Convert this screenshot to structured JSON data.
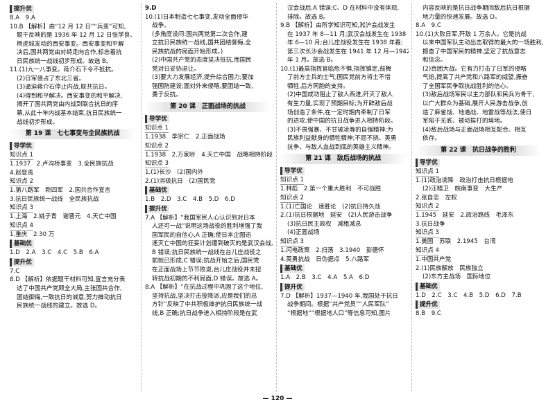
{
  "columns": [
    {
      "name": "col1",
      "lines": [
        {
          "t": "提升优",
          "k": "tag"
        },
        {
          "t": "8.A　9.A"
        },
        {
          "t": "10.B 【解析】由“12 月 12 日”“兵变”可知,"
        },
        {
          "t": "题干反映的是 1936 年 12 月 12 日张学良、",
          "k": "ind"
        },
        {
          "t": "杨虎城发动的西安事变。西安事变和平解",
          "k": "ind"
        },
        {
          "t": "决后,国共两党由对峙走向合作,标志着抗",
          "k": "ind"
        },
        {
          "t": "日民族统一战线初步形成。故选 B。",
          "k": "ind"
        },
        {
          "t": "11.(1)九一八事变。蒋介石下令不抵抗。"
        },
        {
          "t": "(2)日军侵占了东北三省。",
          "k": "ind"
        },
        {
          "t": "(3)逼迫蒋介石停止内战,联共抗日。",
          "k": "ind"
        },
        {
          "t": "(4)得到和平解决。西安事变的和平解决,",
          "k": "ind"
        },
        {
          "t": "揭开了国共两党由内战到联合抗日的序",
          "k": "ind"
        },
        {
          "t": "幕,从此十年内战基本结束,抗日民族统一",
          "k": "ind"
        },
        {
          "t": "战线初步形成。",
          "k": "ind"
        },
        {
          "t": "第 19 课　七七事变与全民族抗战",
          "k": "lh"
        },
        {
          "t": "导学优",
          "k": "tag"
        },
        {
          "t": "知识点 1",
          "k": "kp"
        },
        {
          "t": "1.1937　2.卢沟桥事变　3.全民族抗战"
        },
        {
          "t": "4.赵登禹"
        },
        {
          "t": "知识点 2",
          "k": "kp"
        },
        {
          "t": "1.第八路军　新四军　2.国共合作宣言"
        },
        {
          "t": "3.抗日民族统一战线　全民族抗战"
        },
        {
          "t": "知识点 3",
          "k": "kp"
        },
        {
          "t": "1.上海　2.姚子青　谢晋元　4.天亡中国"
        },
        {
          "t": "知识点 4",
          "k": "kp"
        },
        {
          "t": "1.重庆　2.30 万"
        },
        {
          "t": "基础优",
          "k": "tag"
        },
        {
          "t": "1.D　2.A　3.C　4.C　5.B　6.A"
        },
        {
          "t": "提升优",
          "k": "tag"
        },
        {
          "t": "7.C"
        },
        {
          "t": "8.D 【解析】依据题干材料可知,宣言充分表"
        },
        {
          "t": "达了中国共产党顾全大局,主张国共合作,",
          "k": "ind"
        },
        {
          "t": "团结御侮,一致抗日的诚意,努力推动抗日",
          "k": "ind"
        },
        {
          "t": "民族统一战线的建立。故选 D。",
          "k": "ind"
        }
      ]
    },
    {
      "name": "col2",
      "lines": [
        {
          "t": "9.D",
          "k": "b"
        },
        {
          "t": "10.(1)日本制造七七事变,发动全面侵华"
        },
        {
          "t": "战争。",
          "k": "ind"
        },
        {
          "t": "(多角度设问:国共两党第二次合作,建",
          "k": "ind"
        },
        {
          "t": "立抗日民族统一战线,国共团结御侮,全",
          "k": "ind"
        },
        {
          "t": "民族抗战的局面开始形成。)",
          "k": "ind"
        },
        {
          "t": "(2)中国共产党的态度坚决抵抗,而国民",
          "k": "ind"
        },
        {
          "t": "党对日妥协退让。",
          "k": "ind"
        },
        {
          "t": "(3)要大力发展经济,提升综合国力;要加",
          "k": "ind"
        },
        {
          "t": "强国防建设;面对外来侵略,要团结一致,",
          "k": "ind"
        },
        {
          "t": "勇于反抗。",
          "k": "ind"
        },
        {
          "t": "第 20 课　正面战场的抗战",
          "k": "lh"
        },
        {
          "t": "导学优",
          "k": "tag"
        },
        {
          "t": "知识点 1",
          "k": "kp"
        },
        {
          "t": "1.1938　李宗仁　2.正面战场"
        },
        {
          "t": "知识点 2",
          "k": "kp"
        },
        {
          "t": "1.1938　2.万家岭　4.天亡中国　战略相持阶段"
        },
        {
          "t": "知识点 3",
          "k": "kp"
        },
        {
          "t": "1.(1)长沙　(2)国内外"
        },
        {
          "t": "2.(1)消极抗日　(2)国民党"
        },
        {
          "t": "基础优",
          "k": "tag"
        },
        {
          "t": "1.B　2.D　3.C　4.B　5.D　6.D"
        },
        {
          "t": "提升优",
          "k": "tag"
        },
        {
          "t": "7.A 【解析】“我国军民人心认识到对日本"
        },
        {
          "t": "人还可一战”说明这场战役的胜利增强了我",
          "k": "ind"
        },
        {
          "t": "国军民的自信心,A 正确;使日本企图迅",
          "k": "ind"
        },
        {
          "t": "速灭亡中国的狂妄计划遭到破灭的是武汉会战,",
          "k": "ind"
        },
        {
          "t": "B 错误;抗日民族统一战线在台儿庄战役之",
          "k": "ind"
        },
        {
          "t": "前就已形成,C 错误;抗战开始之后,国民党",
          "k": "ind"
        },
        {
          "t": "在正面战场上节节败退,台儿庄战役并未扭",
          "k": "ind"
        },
        {
          "t": "转抗战初期的不利局面,D 错误。故选 A。",
          "k": "ind"
        },
        {
          "t": "8.A 【解析】“在抗战过程中巩固了这个地位,"
        },
        {
          "t": "坚持抗战,坚决打击投降派,应是我们的总",
          "k": "ind"
        },
        {
          "t": "方针”反映了中共积极维护抗日民族统一战",
          "k": "ind"
        },
        {
          "t": "线,B 正确;抗日战争进入相持阶段是在武",
          "k": "ind"
        }
      ]
    },
    {
      "name": "col3",
      "lines": [
        {
          "t": "汉会战后,A 错误;C、D 在材料中没有体现,",
          "k": "ind"
        },
        {
          "t": "排除。故选 B。",
          "k": "ind"
        },
        {
          "t": "9.B 【解析】由所学知识可知,淞沪会战发生"
        },
        {
          "t": "在 1937 年 8—11 月;武汉会战发生在 1938",
          "k": "ind"
        },
        {
          "t": "年 6—10 月;台儿庄战役发生在 1938 年春;",
          "k": "ind"
        },
        {
          "t": "第三次长沙会战发生在 1941 年 12 月—1942",
          "k": "ind"
        },
        {
          "t": "年 1 月。故选 B。",
          "k": "ind"
        },
        {
          "t": "10.(1)最高指挥官临危不惧,指挥镇定,鼓舞"
        },
        {
          "t": "了前方士兵的士气;国民党前方将士不惜",
          "k": "ind"
        },
        {
          "t": "牺牲,后方同胞的支持。",
          "k": "ind"
        },
        {
          "t": "(2)中国成功阻止了敌人西进,歼灭了敌人",
          "k": "ind"
        },
        {
          "t": "有生力量,实现了预期目标;为开辟敌后战",
          "k": "ind"
        },
        {
          "t": "场创造了条件,在一定时期内牵制了日军",
          "k": "ind"
        },
        {
          "t": "的进攻,使中国的抗日战争进入相持阶段。",
          "k": "ind"
        },
        {
          "t": "(3)不畏强暴、不甘被凌辱的自强精神;为",
          "k": "ind"
        },
        {
          "t": "民族利益献身的牺牲精神;不屈不挠、英勇",
          "k": "ind"
        },
        {
          "t": "抗争、与敌人血战到底的英雄主义精神。",
          "k": "ind"
        },
        {
          "t": "第 21 课　敌后战场的抗战",
          "k": "lh"
        },
        {
          "t": "导学优",
          "k": "tag"
        },
        {
          "t": "知识点 1",
          "k": "kp"
        },
        {
          "t": "1.林彪　2.第一个重大胜利　不可战胜"
        },
        {
          "t": "知识点 2",
          "k": "kp"
        },
        {
          "t": "1.(1)亡国论　速胜论　(2)抗日持久战"
        },
        {
          "t": "2.(1)抗日根据地　延安　(2)人民游击战争"
        },
        {
          "t": "(3)抗日民主政权　减租减息",
          "k": "ind"
        },
        {
          "t": "(4)正面战场",
          "k": "ind"
        },
        {
          "t": "知识点 3",
          "k": "kp"
        },
        {
          "t": "1.闪电政策　2.扫荡　3.1940　彭德怀"
        },
        {
          "t": "4.英勇抗战　日伪据点　5.八路军"
        },
        {
          "t": "基础优",
          "k": "tag"
        },
        {
          "t": "1.A　2.B　3.C　4.A　5.A　6.D"
        },
        {
          "t": "提升优",
          "k": "tag"
        },
        {
          "t": "7.D 【解析】1937—1940 年,我国处于抗日"
        },
        {
          "t": "战争期间。根据“共产党员”“人民军队”",
          "k": "ind"
        },
        {
          "t": "“根据地”“根据地人口”等信息可知,图片",
          "k": "ind"
        }
      ]
    },
    {
      "name": "col4",
      "lines": [
        {
          "t": "内容反映的是抗日战争期间敌后抗日根据",
          "k": "ind"
        },
        {
          "t": "地力量的快速发展。故选 D。",
          "k": "ind"
        },
        {
          "t": "8.A　9.C"
        },
        {
          "t": "10.(1)大败日军,歼敌 1 万余人。它是抗战"
        },
        {
          "t": "以来中国军队主动出击取得的最大的一场胜利,",
          "k": "ind"
        },
        {
          "t": "振奋了中国军民的精神,坚定了抗战意志",
          "k": "ind"
        },
        {
          "t": "和信念。",
          "k": "ind"
        },
        {
          "t": "(2)百团大战。它有力打击了日军的侵略",
          "k": "ind"
        },
        {
          "t": "气焰,提高了共产党和八路军的威望,振奋",
          "k": "ind"
        },
        {
          "t": "了全国军民争取抗战胜利的信心。",
          "k": "ind"
        },
        {
          "t": "(3)敌后战场军民以主力部队和民兵为骨干,",
          "k": "ind"
        },
        {
          "t": "以广大群众为基础,展开人民游击战争,创",
          "k": "ind"
        },
        {
          "t": "造了麻雀战、地道战、地雷战等战法,使日",
          "k": "ind"
        },
        {
          "t": "军陷于无底、被动挨打的境地。",
          "k": "ind"
        },
        {
          "t": "(4)敌后战场与正面战场相互配合、相互",
          "k": "ind"
        },
        {
          "t": "依存。",
          "k": "ind"
        },
        {
          "t": "第 22 课　抗日战争的胜利",
          "k": "lh"
        },
        {
          "t": "导学优",
          "k": "tag"
        },
        {
          "t": "知识点 1",
          "k": "kp"
        },
        {
          "t": "1.(1)政治诱降　政治打击抗日根据地"
        },
        {
          "t": "(2)汪精卫　皖南事变　大生产",
          "k": "ind"
        },
        {
          "t": "2.张自忠　左权"
        },
        {
          "t": "知识点 2",
          "k": "kp"
        },
        {
          "t": "1.1945　延安　2.政治路线　毛泽东"
        },
        {
          "t": "3.抗日战争"
        },
        {
          "t": "知识点 3",
          "k": "kp"
        },
        {
          "t": "1.美国　苏联　2.1945　台湾"
        },
        {
          "t": "知识点 4",
          "k": "kp"
        },
        {
          "t": "1.中国共产党"
        },
        {
          "t": "2.(1)民族解放　民族独立"
        },
        {
          "t": "(2)东方主战场　国际地位",
          "k": "ind"
        },
        {
          "t": "基础优",
          "k": "tag"
        },
        {
          "t": "1.D　2.C　3.C　4.B　5.D　6.D　7.B"
        },
        {
          "t": "提升优",
          "k": "tag"
        },
        {
          "t": "8.B　9.C"
        }
      ]
    }
  ],
  "page_number": "— 120 —"
}
